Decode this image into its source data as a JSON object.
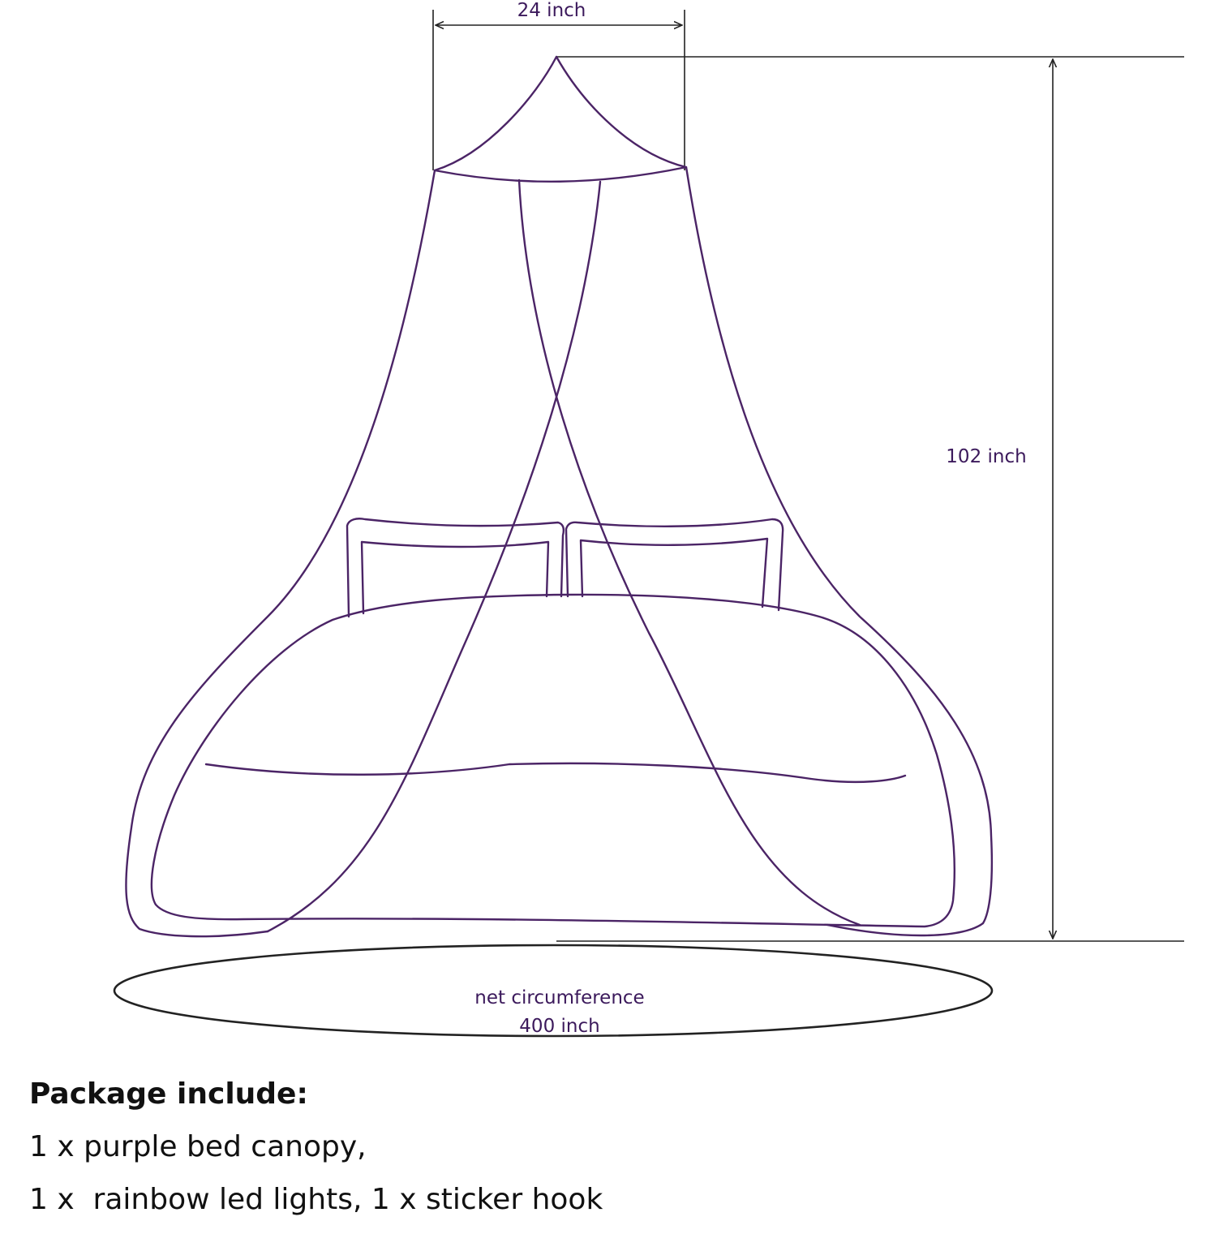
{
  "dimensions": {
    "top_width": "24 inch",
    "height": "102 inch",
    "circumference_label": "net circumference",
    "circumference_value": "400 inch"
  },
  "package": {
    "title": "Package include:",
    "lines": [
      "1 x purple bed canopy,",
      "1 x  rainbow led lights, 1 x sticker hook"
    ]
  },
  "colors": {
    "canopy_line": "#4b2466",
    "dimension_line": "#222222",
    "label_text": "#3c1a5c"
  }
}
